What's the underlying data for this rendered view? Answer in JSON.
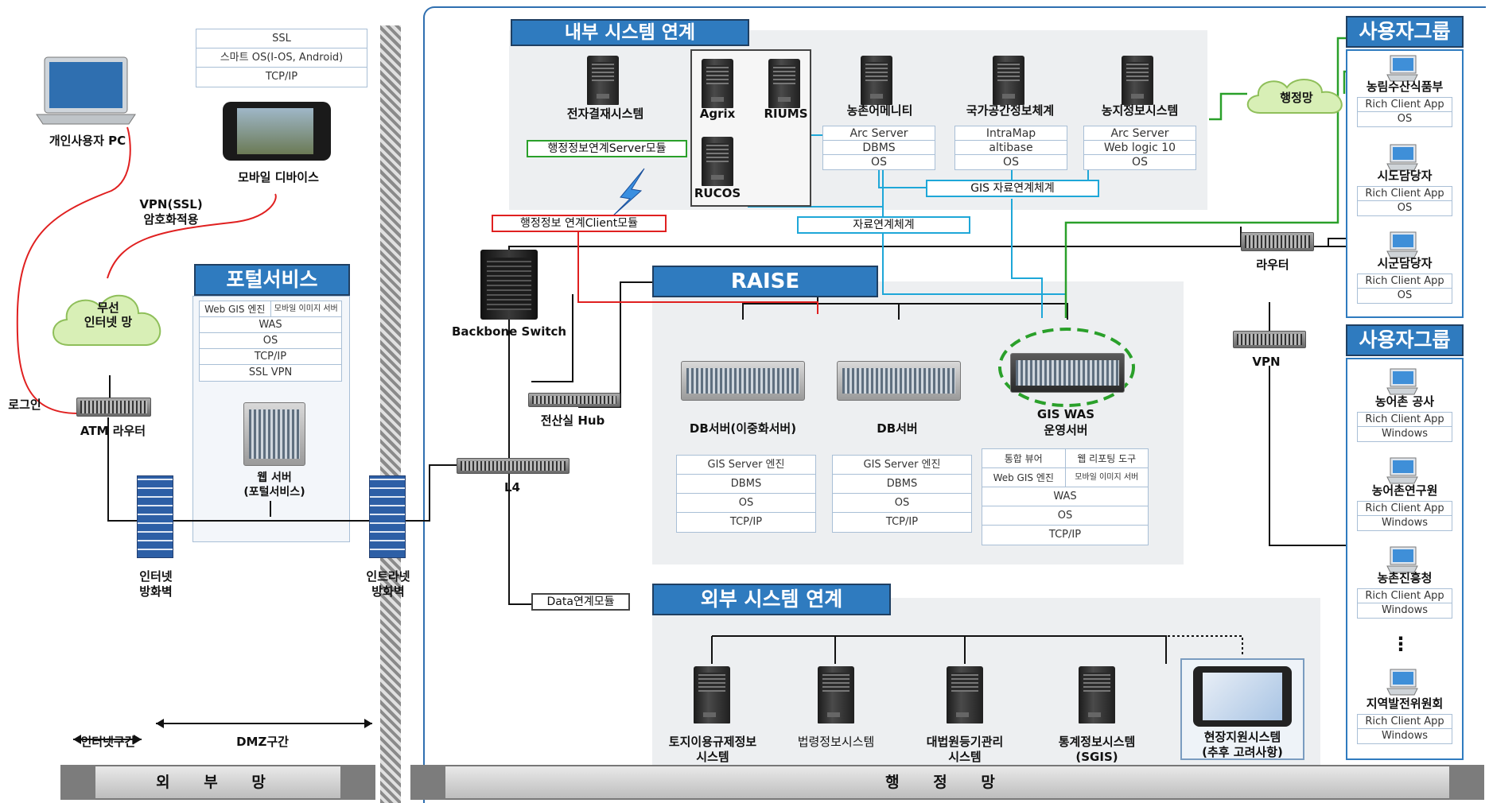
{
  "left": {
    "personal_pc": "개인사용자 PC",
    "mobile_protocols": [
      "SSL",
      "스마트 OS(I-OS, Android)",
      "TCP/IP"
    ],
    "mobile_device": "모바일 디바이스",
    "vpn_ssl": [
      "VPN(SSL)",
      "암호화적용"
    ],
    "wireless_cloud": [
      "무선",
      "인터넷 망"
    ],
    "login": "로그인",
    "atm_router": "ATM 라우터",
    "internet_firewall": [
      "인터넷",
      "방화벽"
    ],
    "intranet_firewall": [
      "인트라넷",
      "방화벽"
    ],
    "internet_section": "인터넷구간",
    "dmz_section": "DMZ구간",
    "outer_network": "외 부 망"
  },
  "portal": {
    "title": "포털서비스",
    "stack_top": [
      "Web GIS 엔진",
      "모바일 이미지 서버"
    ],
    "stack": [
      "WAS",
      "OS",
      "TCP/IP",
      "SSL VPN"
    ],
    "server_label": [
      "웹 서버",
      "(포털서비스)"
    ]
  },
  "internal": {
    "title": "내부 시스템 연계",
    "edoc": "전자결재시스템",
    "agrix": "Agrix",
    "riums": "RIUMS",
    "rucos": "RUCOS",
    "server_module": "행정정보연계Server모듈",
    "client_module": "행정정보 연계Client모듈",
    "data_link": "자료연계체계",
    "gis_link": "GIS 자료연계체계",
    "systems": [
      {
        "name": "농촌어메니티",
        "stack": [
          "Arc Server",
          "DBMS",
          "OS"
        ]
      },
      {
        "name": "국가공간정보체계",
        "stack": [
          "IntraMap",
          "altibase",
          "OS"
        ]
      },
      {
        "name": "농지정보시스템",
        "stack": [
          "Arc Server",
          "Web logic 10",
          "OS"
        ]
      }
    ]
  },
  "core": {
    "backbone": "Backbone Switch",
    "hub": "전산실 Hub",
    "l4": "L4",
    "data_module": "Data연계모듈",
    "admin_network_cloud": "행정망",
    "router": "라우터",
    "vpn": "VPN",
    "admin_network": "행 정 망"
  },
  "raise": {
    "title": "RAISE",
    "db1_label": "DB서버(이중화서버)",
    "db2_label": "DB서버",
    "gis_was": [
      "GIS WAS",
      "운영서버"
    ],
    "db1_stack": [
      "GIS Server 엔진",
      "DBMS",
      "OS",
      "TCP/IP"
    ],
    "db2_stack": [
      "GIS Server 엔진",
      "DBMS",
      "OS",
      "TCP/IP"
    ],
    "was_top1": [
      "통합 뷰어",
      "웹 리포팅 도구"
    ],
    "was_top2": [
      "Web GIS 엔진",
      "모바일 이미지 서버"
    ],
    "was_stack": [
      "WAS",
      "OS",
      "TCP/IP"
    ]
  },
  "external": {
    "title": "외부 시스템 연계",
    "systems": [
      [
        "토지이용규제정보",
        "시스템"
      ],
      [
        "법령정보시스템"
      ],
      [
        "대법원등기관리",
        "시스템"
      ],
      [
        "통계정보시스템",
        "(SGIS)"
      ],
      [
        "현장지원시스템",
        "(추후 고려사항)"
      ]
    ]
  },
  "user_groups": {
    "group1_title": "사용자그룹",
    "group1": [
      {
        "name": "농림수산식품부",
        "app": "Rich Client App",
        "os": "OS"
      },
      {
        "name": "시도담당자",
        "app": "Rich Client App",
        "os": "OS"
      },
      {
        "name": "시군담당자",
        "app": "Rich Client App",
        "os": "OS"
      }
    ],
    "group2_title": "사용자그룹",
    "group2": [
      {
        "name": "농어촌 공사",
        "app": "Rich Client App",
        "os": "Windows"
      },
      {
        "name": "농어촌연구원",
        "app": "Rich Client App",
        "os": "Windows"
      },
      {
        "name": "농촌진흥청",
        "app": "Rich Client App",
        "os": "Windows"
      },
      {
        "name": "지역발전위원회",
        "app": "Rich Client App",
        "os": "Windows"
      }
    ],
    "ellipsis": "⋮"
  },
  "colors": {
    "accent_blue": "#2f7bbf",
    "red_link": "#e02020",
    "green_link": "#2aa02a",
    "cyan_link": "#1ea7d8"
  }
}
